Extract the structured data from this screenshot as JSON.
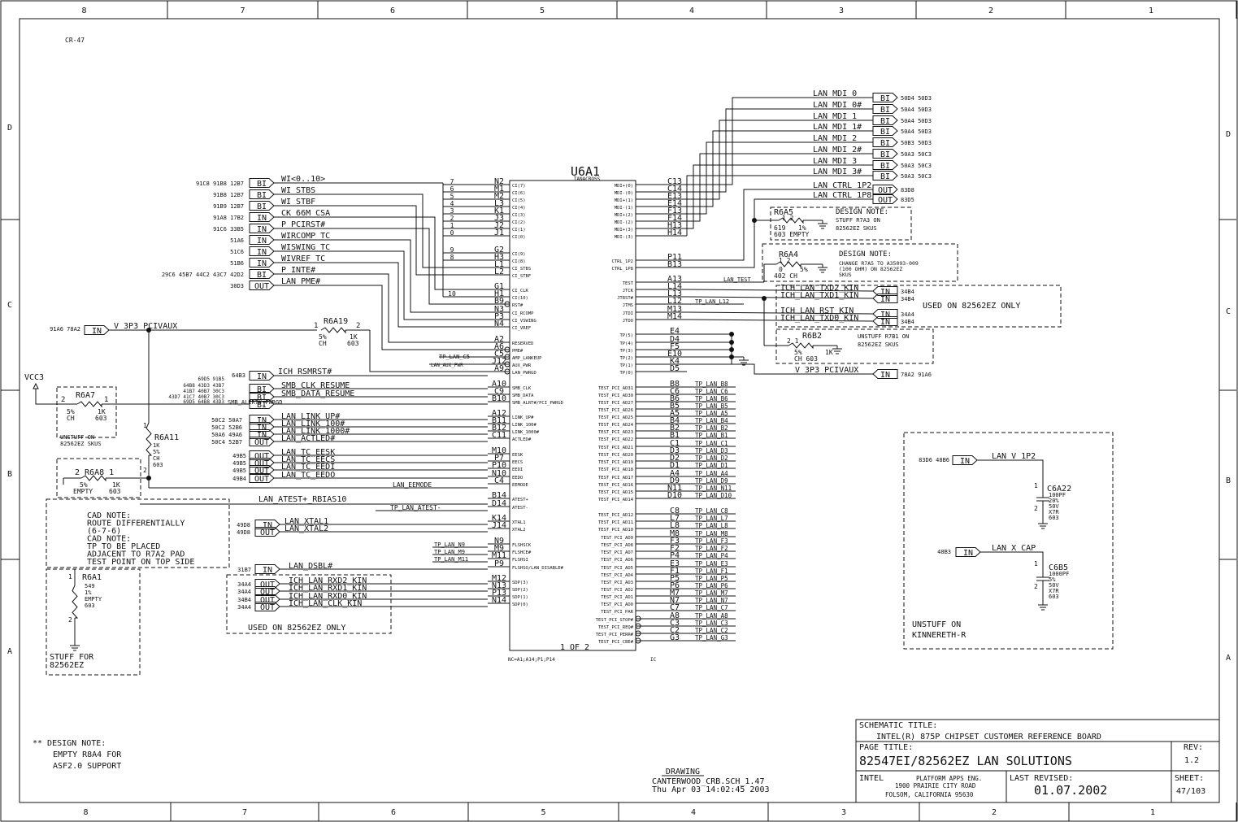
{
  "border": {
    "columns": [
      "8",
      "7",
      "6",
      "5",
      "4",
      "3",
      "2",
      "1"
    ],
    "rows": [
      "D",
      "C",
      "B",
      "A"
    ]
  },
  "sheet_tag": "CR-47",
  "u6a1": {
    "ref": "U6A1",
    "part": "TANACROSS",
    "unit": "1 OF 2",
    "nc_note": "NC=A1;A14;P1;P14",
    "ic": "IC",
    "left_pins": [
      {
        "pin": "N2",
        "name": "CI(7)",
        "net": "WI<0..10>"
      },
      {
        "pin": "M1",
        "name": "CI(6)",
        "net": "WI<0..10>"
      },
      {
        "pin": "M2",
        "name": "CI(5)",
        "net": "WI<0..10>"
      },
      {
        "pin": "L3",
        "name": "CI(4)",
        "net": "WI<0..10>"
      },
      {
        "pin": "K1",
        "name": "CI(3)",
        "net": "WI<0..10>"
      },
      {
        "pin": "J3",
        "name": "CI(2)",
        "net": "WI<0..10>"
      },
      {
        "pin": "J2",
        "name": "CI(1)",
        "net": "WI<0..10>"
      },
      {
        "pin": "J1",
        "name": "CI(0)",
        "net": "WI<0..10>"
      },
      {
        "pin": "G2",
        "name": "CI(9)",
        "net": "WI<0..10>"
      },
      {
        "pin": "H3",
        "name": "CI(8)",
        "net": "WI<0..10>"
      },
      {
        "pin": "L1",
        "name": "CI_STBS",
        "net": "WI_STBS"
      },
      {
        "pin": "L2",
        "name": "CI_STBF",
        "net": "WI_STBF"
      },
      {
        "pin": "G1",
        "name": "CI_CLK",
        "net": "CK_66M_CSA"
      },
      {
        "pin": "H1",
        "name": "CI(10)",
        "net": "WI<0..10>"
      },
      {
        "pin": "B9",
        "name": "RST#",
        "net": "P_PCIRST#"
      },
      {
        "pin": "N3",
        "name": "CI_RCOMP",
        "net": "WIRCOMP_TC"
      },
      {
        "pin": "P3",
        "name": "CI_VSWING",
        "net": "WISWING_TC"
      },
      {
        "pin": "N4",
        "name": "CI_VREF",
        "net": "WIVREF_TC"
      },
      {
        "pin": "A2",
        "name": "RESERVED",
        "net": "P_INTE#"
      },
      {
        "pin": "A6",
        "name": "PME#",
        "net": "LAN_PME#"
      },
      {
        "pin": "C5",
        "name": "AMP_LANKEUP",
        "net": "TP_LAN_C5"
      },
      {
        "pin": "J12",
        "name": "AUX_PWR",
        "net": "LAN_AUX_PWR"
      },
      {
        "pin": "A9",
        "name": "LAN_PWRGD",
        "net": "ICH_RSMRST#"
      },
      {
        "pin": "A10",
        "name": "SMB_CLK",
        "net": "SMB_CLK_RESUME"
      },
      {
        "pin": "C9",
        "name": "SMB_DATA",
        "net": "SMB_DATA_RESUME"
      },
      {
        "pin": "B10",
        "name": "SMB_ALRT#/PCI_PWRGD",
        "net": "SMB_ALERT#_PWRGD"
      },
      {
        "pin": "A12",
        "name": "LINK_UP#",
        "net": "LAN_LINK_UP#"
      },
      {
        "pin": "B11",
        "name": "LINK_100#",
        "net": "LAN_LINK_100#"
      },
      {
        "pin": "B12",
        "name": "LINK_1000#",
        "net": "LAN_LINK_1000#"
      },
      {
        "pin": "C11",
        "name": "ACTLED#",
        "net": "LAN_ACTLED#"
      },
      {
        "pin": "M10",
        "name": "EESK",
        "net": "LAN_TC_EESK"
      },
      {
        "pin": "P7",
        "name": "EECS",
        "net": "LAN_TC_EECS"
      },
      {
        "pin": "P10",
        "name": "EEDI",
        "net": "LAN_TC_EEDI"
      },
      {
        "pin": "N10",
        "name": "EEDO",
        "net": "LAN_TC_EEDO"
      },
      {
        "pin": "C4",
        "name": "EEMODE",
        "net": "LAN_EEMODE"
      },
      {
        "pin": "B14",
        "name": "ATEST+",
        "net": "LAN_ATEST+_RBIAS10"
      },
      {
        "pin": "D14",
        "name": "ATEST-",
        "net": "TP_LAN_ATEST-"
      },
      {
        "pin": "K14",
        "name": "XTAL1",
        "net": "LAN_XTAL1"
      },
      {
        "pin": "J14",
        "name": "XTAL2",
        "net": "LAN_XTAL2"
      },
      {
        "pin": "N9",
        "name": "FLSHSCK",
        "net": "TP_LAN_N9"
      },
      {
        "pin": "M9",
        "name": "FLSHCE#",
        "net": "TP_LAN_M9"
      },
      {
        "pin": "M11",
        "name": "FLSHSI",
        "net": "TP_LAN_M11"
      },
      {
        "pin": "P9",
        "name": "FLSHSO/LAN_DISABLE#",
        "net": "LAN_DSBL#"
      },
      {
        "pin": "M12",
        "name": "SDP(3)",
        "net": "ICH_LAN_RXD2_KIN"
      },
      {
        "pin": "N13",
        "name": "SDP(2)",
        "net": "ICH_LAN_RXD1_KIN"
      },
      {
        "pin": "P13",
        "name": "SDP(1)",
        "net": "ICH_LAN_RXD0_KIN"
      },
      {
        "pin": "N14",
        "name": "SDP(0)",
        "net": "ICH_LAN_CLK_KIN"
      }
    ],
    "right_pins": [
      {
        "pin": "C13",
        "name": "MDI+(0)"
      },
      {
        "pin": "C14",
        "name": "MDI-(0)"
      },
      {
        "pin": "E13",
        "name": "MDI+(1)"
      },
      {
        "pin": "E14",
        "name": "MDI-(1)"
      },
      {
        "pin": "F13",
        "name": "MDI+(2)"
      },
      {
        "pin": "F14",
        "name": "MDI-(2)"
      },
      {
        "pin": "H13",
        "name": "MDI+(3)"
      },
      {
        "pin": "H14",
        "name": "MDI-(3)"
      },
      {
        "pin": "P11",
        "name": "CTRL_1P2"
      },
      {
        "pin": "B13",
        "name": "CTRL_1P8"
      },
      {
        "pin": "A13",
        "name": "TEST"
      },
      {
        "pin": "L14",
        "name": "JTCK"
      },
      {
        "pin": "L13",
        "name": "JTRST#"
      },
      {
        "pin": "L12",
        "name": "JTMS"
      },
      {
        "pin": "M13",
        "name": "JTDI"
      },
      {
        "pin": "M14",
        "name": "JTDO"
      },
      {
        "pin": "E4",
        "name": "TP(5)"
      },
      {
        "pin": "D4",
        "name": "TP(4)"
      },
      {
        "pin": "F5",
        "name": "TP(3)"
      },
      {
        "pin": "E10",
        "name": "TP(2)"
      },
      {
        "pin": "K4",
        "name": "TP(1)"
      },
      {
        "pin": "D5",
        "name": "TP(0)"
      },
      {
        "pin": "B8",
        "name": "TEST_PCI_AD31",
        "net": "TP_LAN_B8"
      },
      {
        "pin": "C6",
        "name": "TEST_PCI_AD30",
        "net": "TP_LAN_C6"
      },
      {
        "pin": "B6",
        "name": "TEST_PCI_AD27",
        "net": "TP_LAN_B6"
      },
      {
        "pin": "B5",
        "name": "TEST_PCI_AD26",
        "net": "TP_LAN_B5"
      },
      {
        "pin": "A5",
        "name": "TEST_PCI_AD25",
        "net": "TP_LAN_A5"
      },
      {
        "pin": "B4",
        "name": "TEST_PCI_AD24",
        "net": "TP_LAN_B4"
      },
      {
        "pin": "B2",
        "name": "TEST_PCI_AD23",
        "net": "TP_LAN_B2"
      },
      {
        "pin": "B1",
        "name": "TEST_PCI_AD22",
        "net": "TP_LAN_B1"
      },
      {
        "pin": "C1",
        "name": "TEST_PCI_AD21",
        "net": "TP_LAN_C1"
      },
      {
        "pin": "D3",
        "name": "TEST_PCI_AD20",
        "net": "TP_LAN_D3"
      },
      {
        "pin": "D2",
        "name": "TEST_PCI_AD19",
        "net": "TP_LAN_D2"
      },
      {
        "pin": "D1",
        "name": "TEST_PCI_AD18",
        "net": "TP_LAN_D1"
      },
      {
        "pin": "A4",
        "name": "TEST_PCI_AD17",
        "net": "TP_LAN_A4"
      },
      {
        "pin": "D9",
        "name": "TEST_PCI_AD16",
        "net": "TP_LAN_D9"
      },
      {
        "pin": "N11",
        "name": "TEST_PCI_AD15",
        "net": "TP_LAN_N11"
      },
      {
        "pin": "D10",
        "name": "TEST_PCI_AD14",
        "net": "TP_LAN_D10"
      },
      {
        "pin": "C8",
        "name": "TEST_PCI_AD12",
        "net": "TP_LAN_C8"
      },
      {
        "pin": "L7",
        "name": "TEST_PCI_AD11",
        "net": "TP_LAN_L7"
      },
      {
        "pin": "L8",
        "name": "TEST_PCI_AD10",
        "net": "TP_LAN_L8"
      },
      {
        "pin": "M8",
        "name": "TEST_PCI_AD9",
        "net": "TP_LAN_M8"
      },
      {
        "pin": "F3",
        "name": "TEST_PCI_AD8",
        "net": "TP_LAN_F3"
      },
      {
        "pin": "F2",
        "name": "TEST_PCI_AD7",
        "net": "TP_LAN_F2"
      },
      {
        "pin": "P4",
        "name": "TEST_PCI_AD6",
        "net": "TP_LAN_P4"
      },
      {
        "pin": "E3",
        "name": "TEST_PCI_AD5",
        "net": "TP_LAN_E3"
      },
      {
        "pin": "F1",
        "name": "TEST_PCI_AD4",
        "net": "TP_LAN_F1"
      },
      {
        "pin": "P5",
        "name": "TEST_PCI_AD3",
        "net": "TP_LAN_P5"
      },
      {
        "pin": "P6",
        "name": "TEST_PCI_AD2",
        "net": "TP_LAN_P6"
      },
      {
        "pin": "M7",
        "name": "TEST_PCI_AD1",
        "net": "TP_LAN_M7"
      },
      {
        "pin": "N7",
        "name": "TEST_PCI_AD0",
        "net": "TP_LAN_N7"
      },
      {
        "pin": "C7",
        "name": "TEST_PCI_PAR",
        "net": "TP_LAN_C7"
      },
      {
        "pin": "A8",
        "name": "TEST_PCI_STOP#",
        "net": "TP_LAN_A8"
      },
      {
        "pin": "C3",
        "name": "TEST_PCI_REQ#",
        "net": "TP_LAN_C3"
      },
      {
        "pin": "C2",
        "name": "TEST_PCI_PERR#",
        "net": "TP_LAN_C2"
      },
      {
        "pin": "G3",
        "name": "TEST_PCI_CBE#",
        "net": "TP_LAN_G3"
      }
    ]
  },
  "left_ports": [
    {
      "ref": "91C8 91B8 12B7",
      "type": "BI",
      "net": "WI<0..10>"
    },
    {
      "ref": "91B8 12B7",
      "type": "BI",
      "net": "WI_STBS"
    },
    {
      "ref": "91B9 12B7",
      "type": "BI",
      "net": "WI_STBF"
    },
    {
      "ref": "91A8 17B2",
      "type": "IN",
      "net": "CK_66M_CSA"
    },
    {
      "ref": "91C6 33B5",
      "type": "IN",
      "net": "P_PCIRST#"
    },
    {
      "ref": "51A6",
      "type": "IN",
      "net": "WIRCOMP_TC"
    },
    {
      "ref": "51C6",
      "type": "IN",
      "net": "WISWING_TC"
    },
    {
      "ref": "51B6",
      "type": "IN",
      "net": "WIVREF_TC"
    },
    {
      "ref": "29C6 45B7 44C2 43C7 42D2",
      "type": "BI",
      "net": "P_INTE#"
    },
    {
      "ref": "30D3",
      "type": "OUT",
      "net": "LAN_PME#"
    }
  ],
  "bus_indices": [
    "7",
    "6",
    "5",
    "4",
    "3",
    "2",
    "1",
    "0",
    "9",
    "8",
    "10"
  ],
  "mdi_ports": [
    {
      "net": "LAN_MDI_0",
      "type": "BI",
      "ref": "50D4 50D3"
    },
    {
      "net": "LAN_MDI_0#",
      "type": "BI",
      "ref": "50A4 50D3"
    },
    {
      "net": "LAN_MDI_1",
      "type": "BI",
      "ref": "50A4 50D3"
    },
    {
      "net": "LAN_MDI_1#",
      "type": "BI",
      "ref": "50A4 50D3"
    },
    {
      "net": "LAN_MDI_2",
      "type": "BI",
      "ref": "50B3 50D3"
    },
    {
      "net": "LAN_MDI_2#",
      "type": "BI",
      "ref": "50A3 50C3"
    },
    {
      "net": "LAN_MDI_3",
      "type": "BI",
      "ref": "50A3 50C3"
    },
    {
      "net": "LAN_MDI_3#",
      "type": "BI",
      "ref": "50A3 50C3"
    },
    {
      "net": "LAN_CTRL_1P2",
      "type": "OUT",
      "ref": "83D8"
    },
    {
      "net": "LAN_CTRL_1P8",
      "type": "OUT",
      "ref": "83D5"
    }
  ],
  "jtag_ports": [
    {
      "net": "ICH_LAN_TXD2_KIN",
      "type": "IN",
      "ref": "34B4"
    },
    {
      "net": "ICH_LAN_TXD1_KIN",
      "type": "IN",
      "ref": "34B4"
    },
    {
      "net": "ICH_LAN_RST_KIN",
      "type": "IN",
      "ref": "34A4"
    },
    {
      "net": "ICH_LAN_TXD0_KIN",
      "type": "IN",
      "ref": "34B4"
    }
  ],
  "lan_test_net": "LAN_TEST",
  "tp_lan_l12": "TP_LAN_L12",
  "used_on_note": "USED ON 82562EZ ONLY",
  "v3p3_right": {
    "net": "V_3P3_PCIVAUX",
    "type": "IN",
    "ref": "78A2 91A6"
  },
  "r6a5": {
    "ref": "R6A5",
    "pins": "1  2",
    "val1": "619",
    "val2": "1%",
    "val3": "603 EMPTY",
    "note_title": "DESIGN NOTE:",
    "note": [
      "STUFF R7A3 ON",
      "82562EZ SKUS"
    ]
  },
  "r6a4": {
    "ref": "R6A4",
    "pins": "1  2",
    "val1": "0",
    "val2": "5%",
    "val3": "402  CH",
    "note_title": "DESIGN NOTE:",
    "note": [
      "CHANGE R7A5 TO A35093-009",
      "(100 OHM) ON 82562EZ",
      "SKUS"
    ]
  },
  "r6b2": {
    "ref": "R6B2",
    "pins": "2   1",
    "val1": "5%",
    "val2": "1K",
    "val3": "CH    603",
    "note": [
      "UNSTUFF R7B1 ON",
      "82562EZ SKUS"
    ]
  },
  "v3p3_left": {
    "ref": "91A6 78A2",
    "type": "IN",
    "net": "V_3P3_PCIVAUX"
  },
  "r6a19": {
    "ref": "R6A19",
    "p1": "1",
    "p2": "2",
    "v1": "5%",
    "v2": "1K",
    "v3": "CH",
    "v4": "603"
  },
  "smb": [
    {
      "ref": "64B3",
      "type": "IN",
      "net": "ICH_RSMRST#"
    },
    {
      "ref": "69D5 91B5",
      "type": "",
      "net": ""
    },
    {
      "ref": "64B8 43D3 43B7",
      "type": "BI",
      "net": "SMB_CLK_RESUME"
    },
    {
      "ref": "41B7 40B7 30C3",
      "type": "BI",
      "net": "SMB_DATA_RESUME"
    },
    {
      "ref": "43D7 41C7 40B7 30C3",
      "type": "",
      "net": ""
    },
    {
      "ref": "69D5 64B8 43D3",
      "type": "BI",
      "net": "SMB_ALERT#_PWRGD"
    }
  ],
  "vcc3": "VCC3",
  "r6a7": {
    "ref": "R6A7",
    "p1": "2",
    "p2": "1",
    "v1": "5%",
    "v2": "1K",
    "v3": "CH",
    "v4": "603",
    "note": [
      "UNSTUFF ON",
      "82562EZ SKUS"
    ]
  },
  "r6a11": {
    "ref": "R6A11",
    "p1": "1",
    "p2": "2",
    "vals": [
      "1K",
      "5%",
      "CH",
      "603"
    ]
  },
  "r6a8": {
    "ref": "2 R6A8  1",
    "v1": "5%",
    "v2": "1K",
    "v3": "EMPTY",
    "v4": "603"
  },
  "led_ports": [
    {
      "ref": "50C2 50A7",
      "type": "IN",
      "net": "LAN_LINK_UP#"
    },
    {
      "ref": "50C2 52B6",
      "type": "IN",
      "net": "LAN_LINK_100#"
    },
    {
      "ref": "50A6 49A6",
      "type": "IN",
      "net": "LAN_LINK_1000#"
    },
    {
      "ref": "50C4 52B7",
      "type": "OUT",
      "net": "LAN_ACTLED#"
    }
  ],
  "ee_ports": [
    {
      "ref": "49B5",
      "type": "OUT",
      "net": "LAN_TC_EESK"
    },
    {
      "ref": "49B5",
      "type": "OUT",
      "net": "LAN_TC_EECS"
    },
    {
      "ref": "49B5",
      "type": "OUT",
      "net": "LAN_TC_EEDI"
    },
    {
      "ref": "49B4",
      "type": "OUT",
      "net": "LAN_TC_EEDO"
    }
  ],
  "eemode": "LAN_EEMODE",
  "atest_p": "LAN_ATEST+_RBIAS10",
  "atest_n": "TP_LAN_ATEST-",
  "cad_note": [
    "CAD NOTE:",
    "ROUTE DIFFERENTIALLY",
    "(6-7-6)",
    "CAD NOTE:",
    "TP TO BE PLACED",
    "ADJACENT TO R7A2 PAD",
    "TEST POINT ON TOP SIDE"
  ],
  "xtal_ports": [
    {
      "ref": "49D8",
      "type": "IN",
      "net": "LAN_XTAL1"
    },
    {
      "ref": "49D8",
      "type": "OUT",
      "net": "LAN_XTAL2"
    }
  ],
  "flash_nets": [
    "TP_LAN_N9",
    "TP_LAN_M9",
    "TP_LAN_M11"
  ],
  "dsbl": {
    "ref": "31B7",
    "type": "IN",
    "net": "LAN_DSBL#"
  },
  "sdp_ports": [
    {
      "ref": "34A4",
      "type": "OUT",
      "net": "ICH_LAN_RXD2_KIN"
    },
    {
      "ref": "34A4",
      "type": "OUT",
      "net": "ICH_LAN_RXD1_KIN"
    },
    {
      "ref": "34B4",
      "type": "OUT",
      "net": "ICH_LAN_RXD0_KIN"
    },
    {
      "ref": "34A4",
      "type": "OUT",
      "net": "ICH_LAN_CLK_KIN"
    }
  ],
  "sdp_note": "USED ON 82562EZ ONLY",
  "r6a1": {
    "ref": "R6A1",
    "p1": "1",
    "p2": "2",
    "vals": [
      "549",
      "1%",
      "EMPTY",
      "603"
    ],
    "note": [
      "STUFF FOR",
      "82562EZ"
    ]
  },
  "cap_box": {
    "v1p2": {
      "ref": "83D6 48B6",
      "type": "IN",
      "net": "LAN_V_1P2"
    },
    "c6a22": {
      "ref": "C6A22",
      "vals": [
        "100PF",
        "20%",
        "50V",
        "X7R",
        "603"
      ],
      "p1": "1",
      "p2": "2"
    },
    "xcap": {
      "ref": "48B3",
      "type": "IN",
      "net": "LAN_X_CAP"
    },
    "c6b5": {
      "ref": "C6B5",
      "vals": [
        "1000PF",
        "5%",
        "50V",
        "X7R",
        "603"
      ],
      "p1": "1",
      "p2": "2"
    },
    "note": [
      "UNSTUFF ON",
      "KINNERETH-R"
    ]
  },
  "design_note": [
    "** DESIGN NOTE:",
    "EMPTY R8A4 FOR",
    "ASF2.0 SUPPORT"
  ],
  "drawing": {
    "label": "DRAWING",
    "file": "CANTERWOOD_CRB.SCH_1.47",
    "date": "Thu Apr 03 14:02:45 2003"
  },
  "title_block": {
    "schematic_title_label": "SCHEMATIC TITLE:",
    "schematic_title": "INTEL(R) 875P CHIPSET CUSTOMER REFERENCE BOARD",
    "page_title_label": "PAGE TITLE:",
    "page_title": "82547EI/82562EZ LAN SOLUTIONS",
    "rev_label": "REV:",
    "rev": "1.2",
    "company": "INTEL",
    "dept": "PLATFORM APPS ENG.",
    "addr1": "1900 PRAIRIE CITY ROAD",
    "addr2": "FOLSOM, CALIFORNIA 95630",
    "last_revised_label": "LAST REVISED:",
    "last_revised": "01.07.2002",
    "sheet_label": "SHEET:",
    "sheet": "47/103"
  }
}
